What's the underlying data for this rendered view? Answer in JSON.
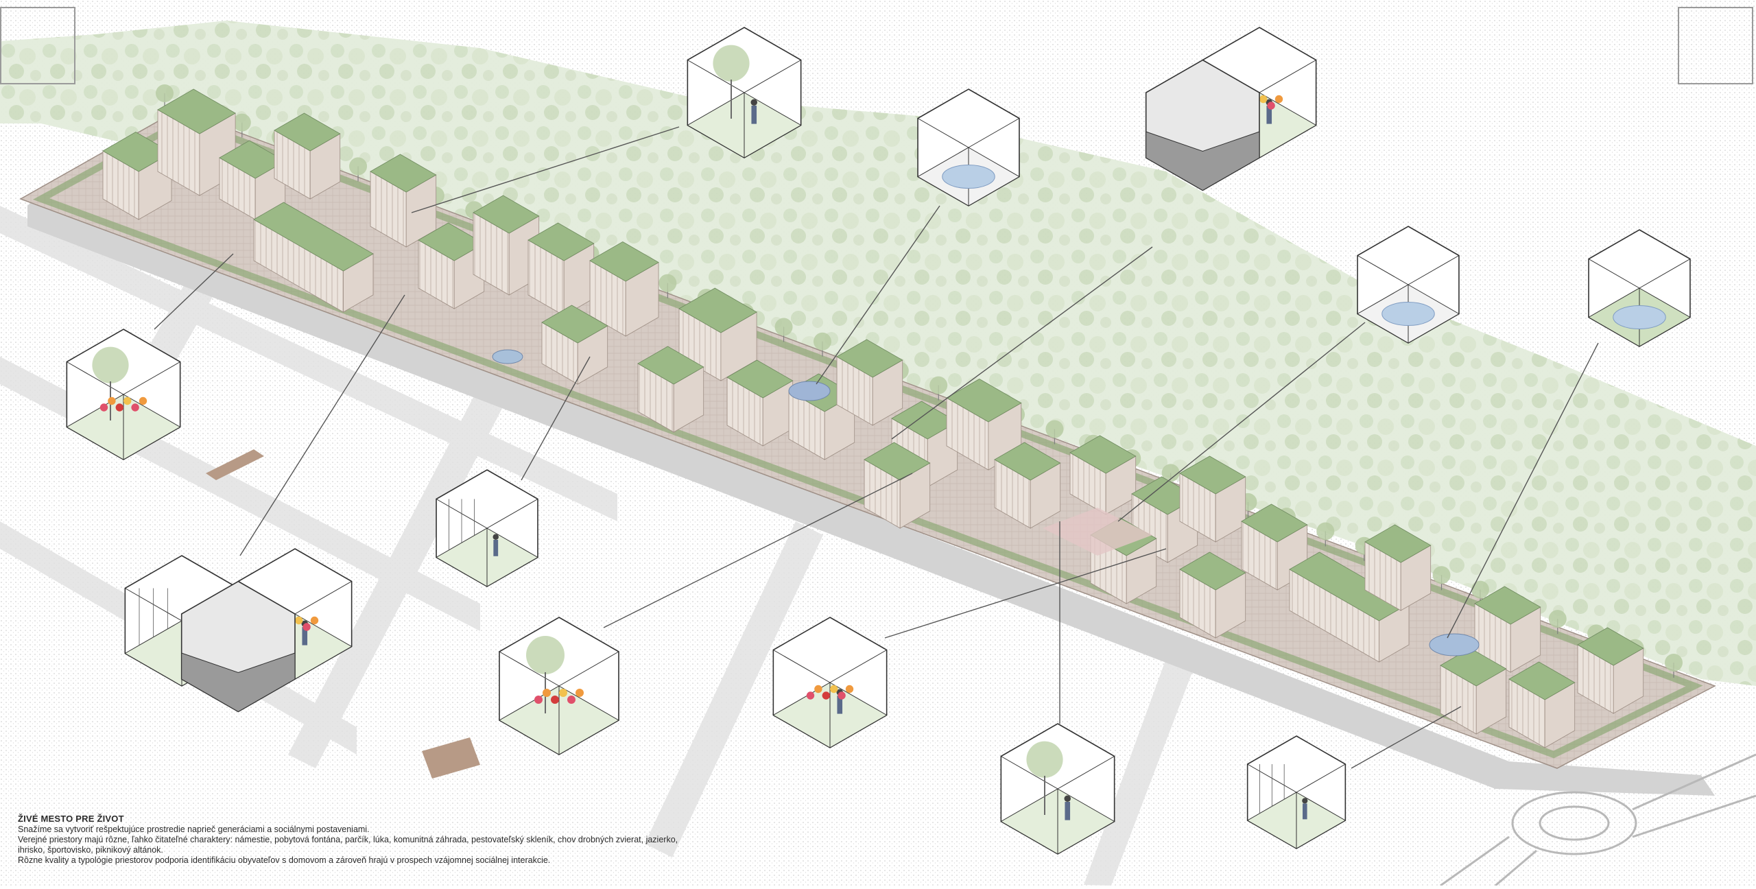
{
  "caption": {
    "title": "ŽIVÉ MESTO PRE ŽIVOT",
    "lines": [
      "Snažíme sa vytvoriť rešpektujúce prostredie naprieč generáciami a sociálnymi postaveniami.",
      "Verejné priestory majú rôzne, ľahko čitateľné charaktery: námestie, pobytová fontána, parčík, lúka, komunitná záhrada, pestovateľský skleník, chov drobných zvierat, jazierko,",
      "ihrisko, športovisko, piknikový altánok.",
      "Rôzne kvality a typológie priestorov podporia identifikáciu obyvateľov s domovom a zároveň hrajú v prospech vzájomnej sociálnej interakcie."
    ]
  },
  "colors": {
    "forest": "#dfe9d5",
    "ground_dots": "#c9c9c9",
    "road": "#d9d9d9",
    "paving": "#cdbfb8",
    "lawn": "#a9c08d",
    "building": "#e6dcd5",
    "roof_green": "#8fb07a",
    "cube_line": "#333333",
    "leader_line": "#555555"
  },
  "vignettes": [
    {
      "id": "picnic",
      "icon": "picnic-icon"
    },
    {
      "id": "fountain",
      "icon": "fountain-icon"
    },
    {
      "id": "garden",
      "icon": "garden-icon"
    },
    {
      "id": "pond",
      "icon": "pond-icon"
    },
    {
      "id": "animals",
      "icon": "animals-icon"
    },
    {
      "id": "greenhouse",
      "icon": "greenhouse-icon"
    },
    {
      "id": "market",
      "icon": "market-icon"
    }
  ]
}
